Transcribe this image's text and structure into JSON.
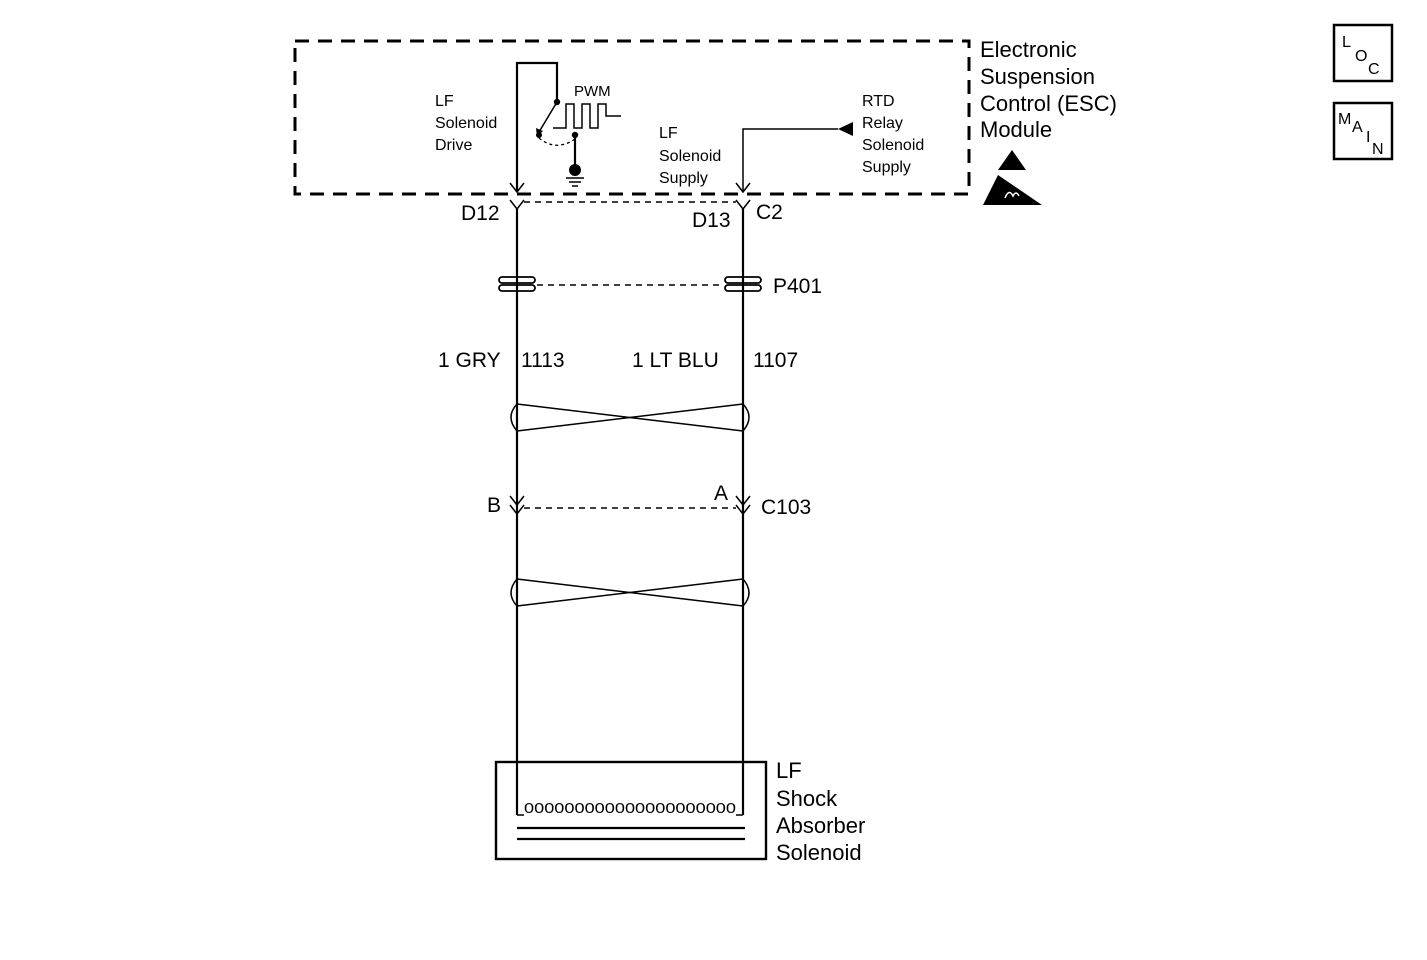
{
  "module": {
    "name_lines": [
      "Electronic",
      "Suspension",
      "Control (ESC)",
      "Module"
    ],
    "drive_label": [
      "LF",
      "Solenoid",
      "Drive"
    ],
    "pwm_label": "PWM",
    "supply_label": [
      "LF",
      "Solenoid",
      "Supply"
    ],
    "rtd_label": [
      "RTD",
      "Relay",
      "Solenoid",
      "Supply"
    ]
  },
  "connectors": {
    "d12": "D12",
    "d13": "D13",
    "c2": "C2",
    "p401": "P401",
    "c103_b": "B",
    "c103_a": "A",
    "c103": "C103"
  },
  "wires": {
    "left_color": "1 GRY",
    "left_circuit": "1113",
    "right_color": "1 LT BLU",
    "right_circuit": "1107"
  },
  "solenoid": {
    "name_lines": [
      "LF",
      "Shock",
      "Absorber",
      "Solenoid"
    ],
    "coil_text": "000000000000000000000"
  },
  "nav": {
    "loc": [
      "L",
      "O",
      "C"
    ],
    "main": [
      "M",
      "A",
      "I",
      "N"
    ]
  }
}
